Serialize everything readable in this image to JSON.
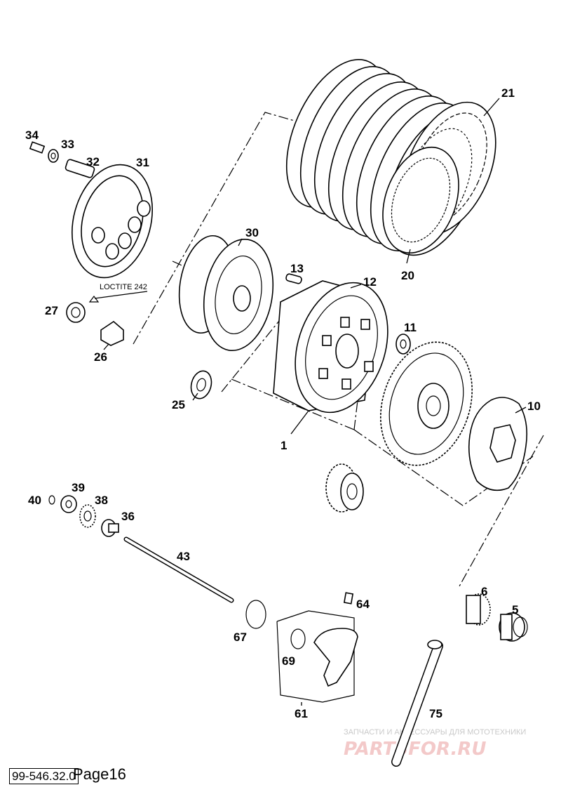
{
  "labels": {
    "p1": "1",
    "p5": "5",
    "p6": "6",
    "p10": "10",
    "p11": "11",
    "p12": "12",
    "p13": "13",
    "p20": "20",
    "p21": "21",
    "p25": "25",
    "p26": "26",
    "p27": "27",
    "p30": "30",
    "p31": "31",
    "p32": "32",
    "p33": "33",
    "p34": "34",
    "p36": "36",
    "p38": "38",
    "p39": "39",
    "p40": "40",
    "p43": "43",
    "p61": "61",
    "p64": "64",
    "p67": "67",
    "p69": "69",
    "p75": "75"
  },
  "annotation": {
    "loctite": "LOCTITE 242"
  },
  "watermark": {
    "tagline": "ЗАПЧАСТИ И АКСЕССУАРЫ ДЛЯ МОТОТЕХНИКИ",
    "brand": "PARTSFOR.RU"
  },
  "footer": {
    "doc_code": "99-546.32.0",
    "page": "Page16"
  }
}
